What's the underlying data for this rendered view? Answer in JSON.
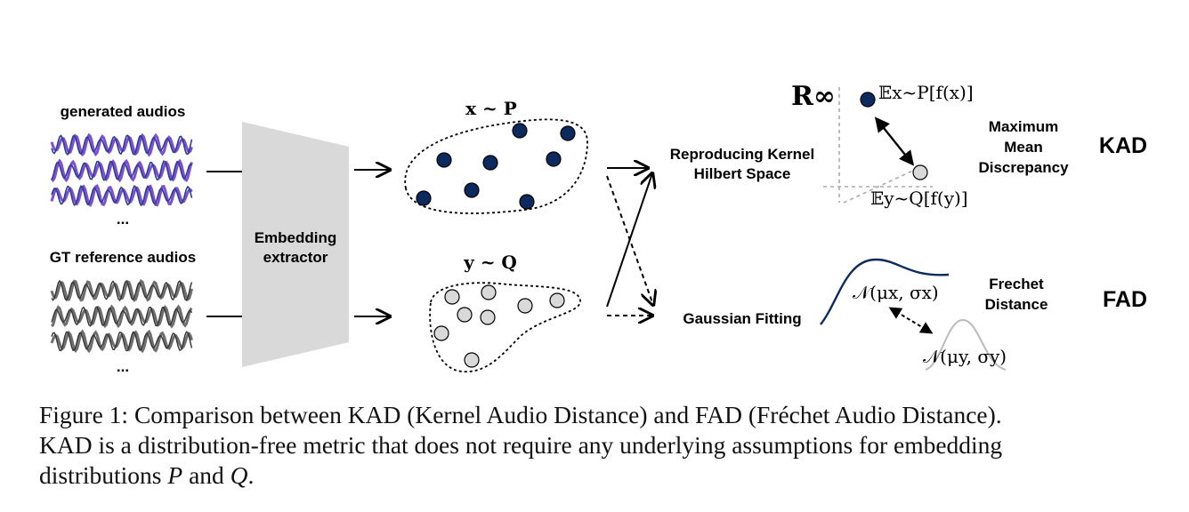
{
  "figure": {
    "generated_label": "generated audios",
    "reference_label": "GT reference audios",
    "ellipsis": "...",
    "extractor_line1": "Embedding",
    "extractor_line2": "extractor",
    "dist_p": "x ~ P",
    "dist_q": "y ~ Q",
    "rkhs_line1": "Reproducing Kernel",
    "rkhs_line2": "Hilbert Space",
    "gaussian": "Gaussian Fitting",
    "r_inf": "R∞",
    "exp_p": "𝔼x~P[f(x)]",
    "exp_q": "𝔼y~Q[f(y)]",
    "mmd_line1": "Maximum",
    "mmd_line2": "Mean",
    "mmd_line3": "Discrepancy",
    "kad": "KAD",
    "normal_x": "𝒩(μx, σx)",
    "normal_y": "𝒩(μy, σy)",
    "frechet_line1": "Frechet",
    "frechet_line2": "Distance",
    "fad": "FAD",
    "colors": {
      "navy": "#0d2a5e",
      "wave_purple": "#7b4fd6",
      "wave_blue": "#2d3f86",
      "wave_gray": "#6e6e6e",
      "extractor": "#d8d8d8",
      "light_dot": "#d9d9d9"
    }
  },
  "caption": {
    "line1": "Figure 1: Comparison between KAD (Kernel Audio Distance) and FAD (Fréchet Audio Distance).",
    "line2": "KAD is a distribution-free metric that does not require any underlying assumptions for embedding",
    "line3_prefix": "distributions ",
    "var_p": "P",
    "and": " and ",
    "var_q": "Q",
    "period": "."
  }
}
